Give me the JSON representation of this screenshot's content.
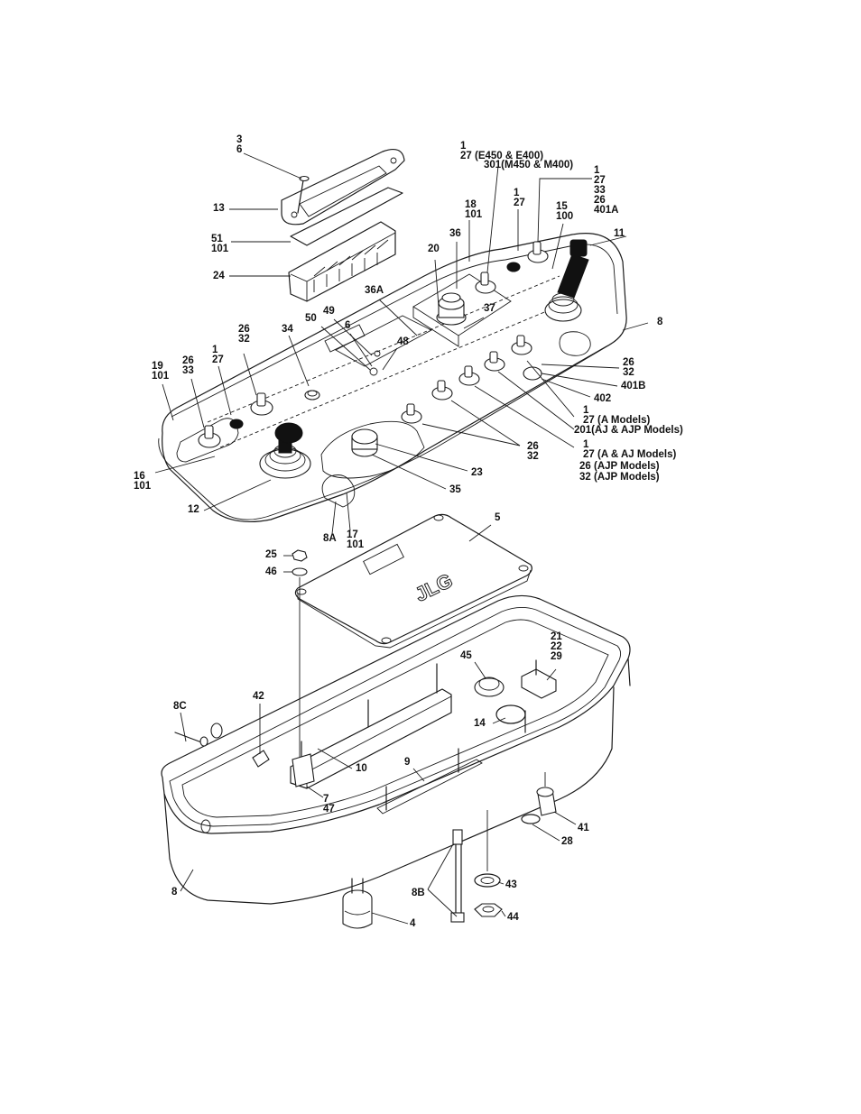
{
  "callouts": {
    "c_3_6": [
      "3",
      "6"
    ],
    "c_13": [
      "13"
    ],
    "c_51_101": [
      "51",
      "101"
    ],
    "c_24": [
      "24"
    ],
    "c_1_27_e450": [
      "1",
      "27 (E450 & E400)"
    ],
    "c_301": [
      "301(M450 & M400)"
    ],
    "c_18_101": [
      "18",
      "101"
    ],
    "c_1_27_top": [
      "1",
      "27"
    ],
    "c_1_27_33_26_401a": [
      "1",
      "27",
      "33",
      "26",
      "401A"
    ],
    "c_15_100": [
      "15",
      "100"
    ],
    "c_11": [
      "11"
    ],
    "c_36": [
      "36"
    ],
    "c_20": [
      "20"
    ],
    "c_36a": [
      "36A"
    ],
    "c_37": [
      "37"
    ],
    "c_8_top": [
      "8"
    ],
    "c_34": [
      "34"
    ],
    "c_50": [
      "50"
    ],
    "c_49": [
      "49"
    ],
    "c_6": [
      "6"
    ],
    "c_48": [
      "48"
    ],
    "c_26_32_left": [
      "26",
      "32"
    ],
    "c_19_101": [
      "19",
      "101"
    ],
    "c_26_33_left": [
      "26",
      "33"
    ],
    "c_1_27_left": [
      "1",
      "27"
    ],
    "c_26_32_right": [
      "26",
      "32"
    ],
    "c_401b": [
      "401B"
    ],
    "c_402": [
      "402"
    ],
    "c_1_27_a": [
      "1",
      "27 (A Models)"
    ],
    "c_201": [
      "201(AJ & AJP Models)"
    ],
    "c_26_32_mid": [
      "26",
      "32"
    ],
    "c_1_27_aaj": [
      "1",
      "27 (A & AJ Models)"
    ],
    "c_26_ajp": [
      "26 (AJP Models)"
    ],
    "c_32_ajp": [
      "32 (AJP Models)"
    ],
    "c_23": [
      "23"
    ],
    "c_16_101": [
      "16",
      "101"
    ],
    "c_35": [
      "35"
    ],
    "c_12": [
      "12"
    ],
    "c_8a": [
      "8A"
    ],
    "c_17_101": [
      "17",
      "101"
    ],
    "c_5": [
      "5"
    ],
    "c_25": [
      "25"
    ],
    "c_46": [
      "46"
    ],
    "c_21_22_29": [
      "21",
      "22",
      "29"
    ],
    "c_45": [
      "45"
    ],
    "c_42": [
      "42"
    ],
    "c_8c": [
      "8C"
    ],
    "c_14": [
      "14"
    ],
    "c_10": [
      "10"
    ],
    "c_9": [
      "9"
    ],
    "c_7_47": [
      "7",
      "47"
    ],
    "c_41": [
      "41"
    ],
    "c_28": [
      "28"
    ],
    "c_8_bottom": [
      "8"
    ],
    "c_43": [
      "43"
    ],
    "c_8b": [
      "8B"
    ],
    "c_44": [
      "44"
    ],
    "c_4": [
      "4"
    ]
  },
  "decal_text": "JLG"
}
